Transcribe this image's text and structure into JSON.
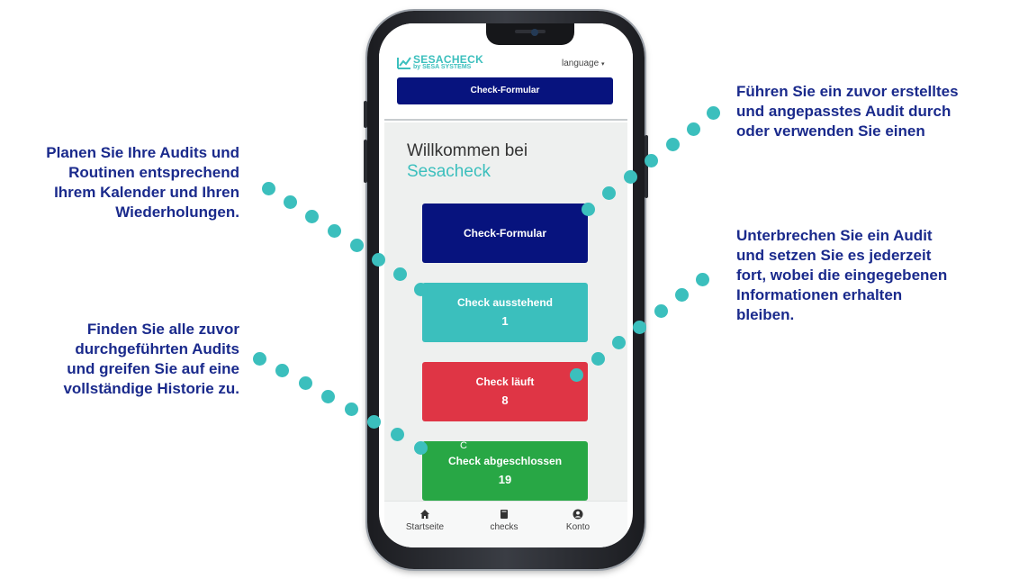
{
  "callouts": {
    "left_top": [
      "Planen Sie Ihre Audits und",
      "Routinen entsprechend",
      "Ihrem Kalender und Ihren",
      "Wiederholungen."
    ],
    "left_bottom": [
      "Finden Sie alle zuvor",
      "durchgeführten Audits",
      "und greifen Sie auf eine",
      "vollständige Historie zu."
    ],
    "right_top": [
      "Führen Sie ein zuvor erstelltes",
      "und angepasstes Audit durch",
      "oder verwenden Sie einen"
    ],
    "right_bottom": [
      "Unterbrechen Sie ein Audit",
      "und setzen Sie es jederzeit",
      "fort, wobei die eingegebenen",
      "Informationen erhalten",
      "bleiben."
    ]
  },
  "app": {
    "logo_title": "SESACHECK",
    "logo_sub": "by SESA SYSTEMS",
    "language_label": "language",
    "top_button": "Check-Formular",
    "welcome_line1": "Willkommen bei",
    "welcome_brand": "Sesacheck",
    "cards": {
      "form": "Check-Formular",
      "pending_label": "Check ausstehend",
      "pending_count": "1",
      "running_label": "Check läuft",
      "running_count": "8",
      "done_label": "Check abgeschlossen",
      "done_count": "19",
      "stray_char": "C"
    },
    "nav": {
      "home": "Startseite",
      "checks": "checks",
      "account": "Konto"
    }
  },
  "colors": {
    "accent_navy": "#07137e",
    "accent_teal": "#3bbfbd",
    "status_red": "#df3545",
    "status_green": "#28a745",
    "callout_text": "#1a2a8c"
  },
  "icons": [
    "house-icon",
    "book-icon",
    "user-circle-icon",
    "caret-down-icon",
    "chart-logo-icon"
  ]
}
